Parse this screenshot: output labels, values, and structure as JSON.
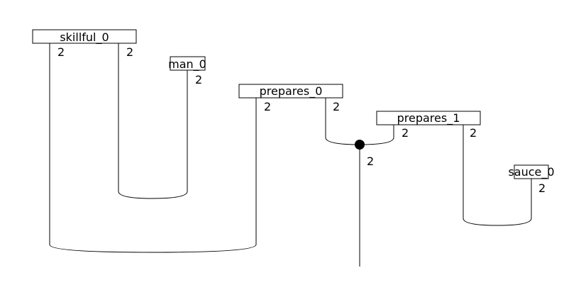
{
  "boxes": {
    "skillful_0": "skillful_0",
    "man_0": "man_0",
    "prepares_0": "prepares_0",
    "prepares_1": "prepares_1",
    "sauce_0": "sauce_0"
  },
  "port_labels": {
    "skillful_0_left": "2",
    "skillful_0_right": "2",
    "man_0_out": "2",
    "prepares_0_left": "2",
    "prepares_0_right": "2",
    "prepares_1_left": "2",
    "prepares_1_right": "2",
    "sauce_0_out": "2",
    "spider_out": "2"
  },
  "colors": {
    "stroke": "#000000",
    "background": "#ffffff"
  }
}
